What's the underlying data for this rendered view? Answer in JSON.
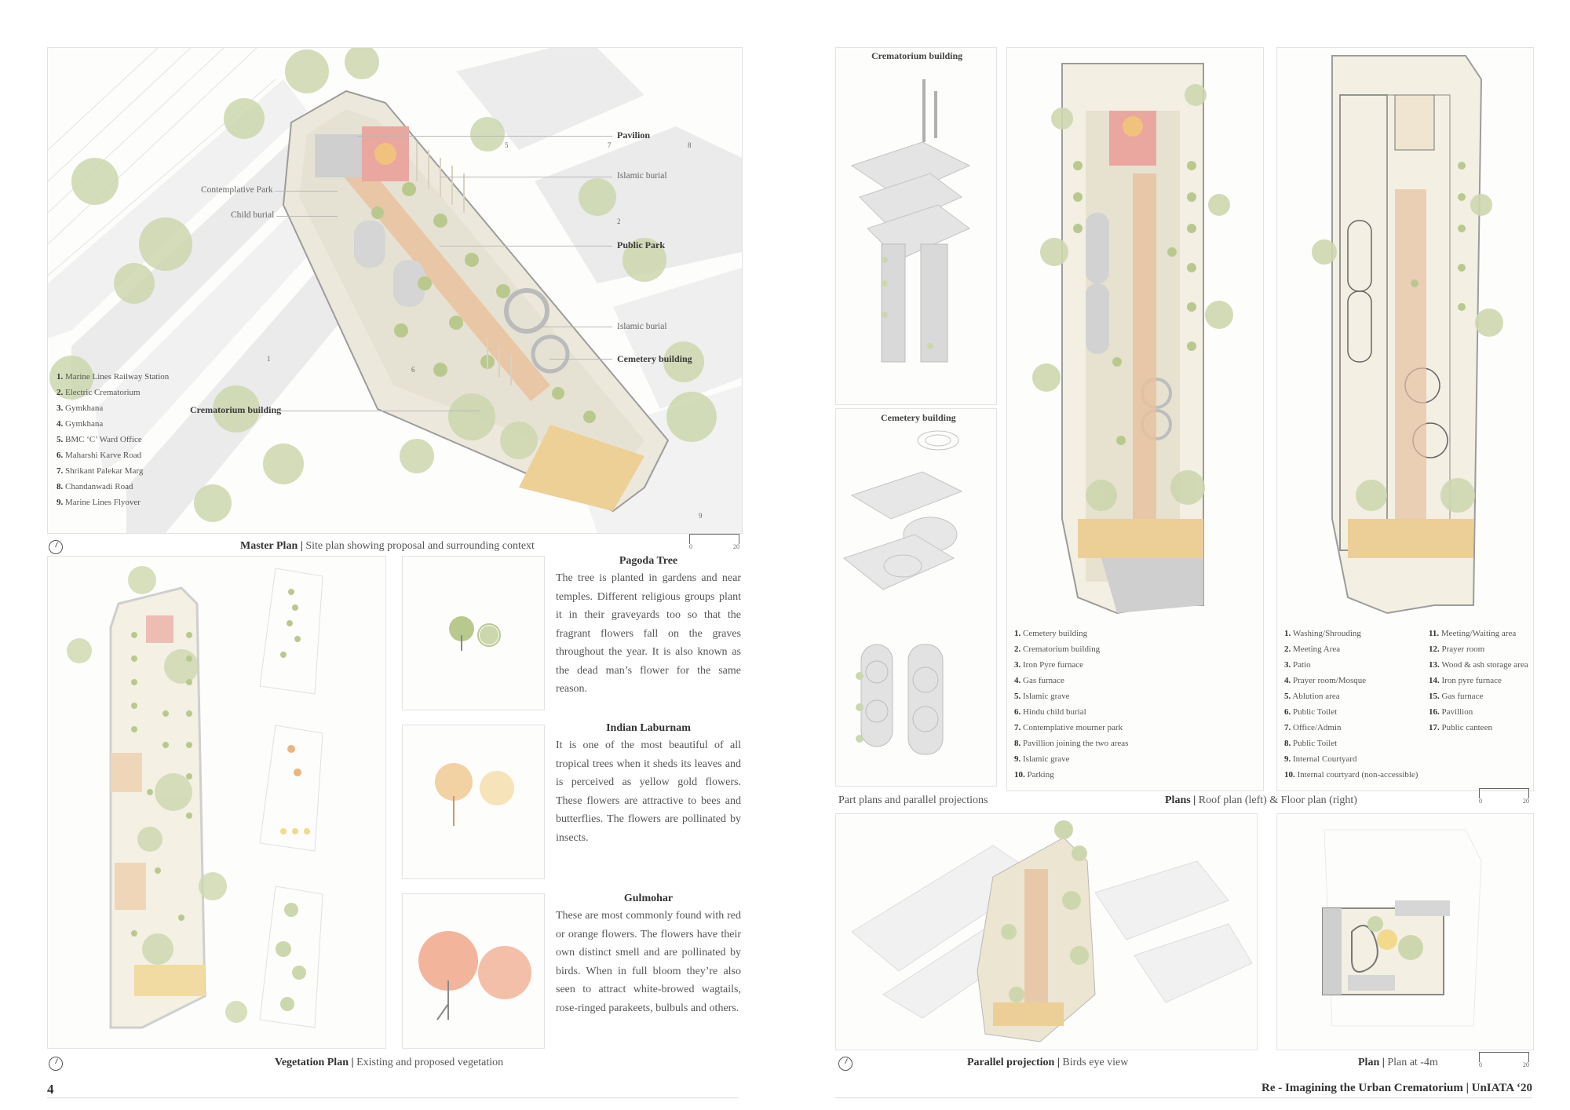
{
  "master_plan": {
    "callouts": {
      "pavilion": "Pavilion",
      "islamic_burial_1": "Islamic burial",
      "contemplative_park": "Contemplative Park",
      "child_burial": "Child burial",
      "public_park": "Public Park",
      "islamic_burial_2": "Islamic burial",
      "cemetery_building": "Cemetery building",
      "crematorium_building": "Crematorium building"
    },
    "map_numbers": [
      "1",
      "2",
      "5",
      "6",
      "7",
      "8",
      "9"
    ],
    "legend": [
      {
        "num": "1.",
        "text": "Marine Lines Railway Station"
      },
      {
        "num": "2.",
        "text": "Electric Crematorium"
      },
      {
        "num": "3.",
        "text": "Gymkhana"
      },
      {
        "num": "4.",
        "text": "Gymkhana"
      },
      {
        "num": "5.",
        "text": "BMC ‘C’ Ward Office"
      },
      {
        "num": "6.",
        "text": "Maharshi Karve Road"
      },
      {
        "num": "7.",
        "text": "Shrikant Palekar Marg"
      },
      {
        "num": "8.",
        "text": "Chandanwadi Road"
      },
      {
        "num": "9.",
        "text": "Marine Lines Flyover"
      }
    ],
    "caption_bold": "Master Plan |",
    "caption_text": " Site plan showing proposal and surrounding context",
    "scale": {
      "start": "0",
      "end": "20"
    }
  },
  "vegetation": {
    "caption_bold": "Vegetation Plan |",
    "caption_text": " Existing and proposed vegetation",
    "trees": [
      {
        "name": "Pagoda Tree",
        "text": "The tree is planted in gardens and near temples. Different religious groups plant it in their graveyards too so that the fragrant flowers fall on the graves throughout the year. It is also known as the dead man’s flower for the same reason."
      },
      {
        "name": "Indian Laburnam",
        "text": "It is one of the most beautiful of all tropical trees when it sheds its leaves and is perceived as yellow gold flowers. These flowers are attractive to bees and butterflies. The flowers are pollinated by insects."
      },
      {
        "name": "Gulmohar",
        "text": "These are most commonly found with red or orange flowers. The flowers have their own distinct smell and are pollinated by birds. When in full bloom they’re also seen to attract white-browed wagtails, rose-ringed parakeets, bulbuls and others."
      }
    ]
  },
  "plans": {
    "crematorium_title": "Crematorium building",
    "cemetery_title": "Cemetery building",
    "part_plans_caption": "Part plans and parallel projections",
    "caption_bold": "Plans |",
    "caption_text": " Roof plan (left) & Floor plan (right)",
    "roof_legend": [
      {
        "num": "1.",
        "text": "Cemetery building"
      },
      {
        "num": "2.",
        "text": "Crematorium building"
      },
      {
        "num": "3.",
        "text": "Iron Pyre furnace"
      },
      {
        "num": "4.",
        "text": "Gas furnace"
      },
      {
        "num": "5.",
        "text": "Islamic grave"
      },
      {
        "num": "6.",
        "text": "Hindu child burial"
      },
      {
        "num": "7.",
        "text": "Contemplative mourner park"
      },
      {
        "num": "8.",
        "text": "Pavillion joining the two areas"
      },
      {
        "num": "9.",
        "text": "Islamic grave"
      },
      {
        "num": "10.",
        "text": "Parking"
      }
    ],
    "floor_legend_a": [
      {
        "num": "1.",
        "text": "Washing/Shrouding"
      },
      {
        "num": "2.",
        "text": "Meeting Area"
      },
      {
        "num": "3.",
        "text": "Patio"
      },
      {
        "num": "4.",
        "text": "Prayer room/Mosque"
      },
      {
        "num": "5.",
        "text": "Ablution area"
      },
      {
        "num": "6.",
        "text": "Public Toilet"
      },
      {
        "num": "7.",
        "text": "Office/Admin"
      },
      {
        "num": "8.",
        "text": "Public Toilet"
      },
      {
        "num": "9.",
        "text": "Internal Courtyard"
      },
      {
        "num": "10.",
        "text": "Internal courtyard (non-accessible)"
      }
    ],
    "floor_legend_b": [
      {
        "num": "11.",
        "text": "Meeting/Waiting area"
      },
      {
        "num": "12.",
        "text": "Prayer room"
      },
      {
        "num": "13.",
        "text": "Wood & ash storage area"
      },
      {
        "num": "14.",
        "text": "Iron pyre furnace"
      },
      {
        "num": "15.",
        "text": "Gas furnace"
      },
      {
        "num": "16.",
        "text": "Pavillion"
      },
      {
        "num": "17.",
        "text": "Public canteen"
      }
    ],
    "scale": {
      "start": "0",
      "end": "20"
    }
  },
  "projection": {
    "caption_bold": "Parallel projection |",
    "caption_text": " Birds eye view"
  },
  "lower_plan": {
    "caption_bold": "Plan |",
    "caption_text": " Plan at -4m",
    "scale": {
      "start": "0",
      "end": "20"
    }
  },
  "footer": {
    "page_number": "4",
    "title": "Re - Imagining the Urban Crematorium | UnIATA ‘20"
  },
  "colors": {
    "tree_green": "#cfd9b0",
    "path_orange": "#e8b58c",
    "pink": "#f0a9a0",
    "gold": "#f2d98c",
    "building_gray": "#c9c9c9"
  }
}
